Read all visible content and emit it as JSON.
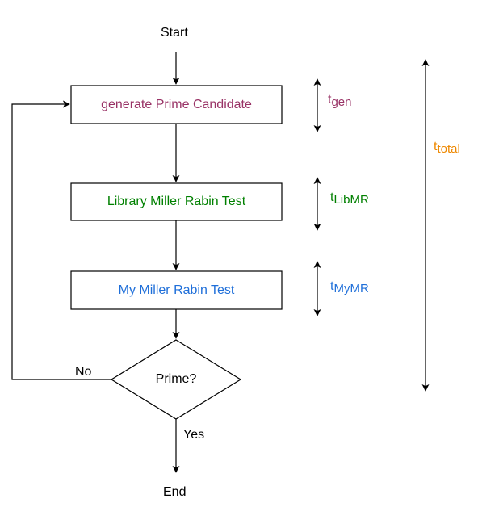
{
  "nodes": {
    "start": "Start",
    "generate": "generate Prime Candidate",
    "library_mr": "Library Miller Rabin Test",
    "my_mr": "My Miller Rabin Test",
    "decision": "Prime?",
    "end": "End"
  },
  "edges": {
    "no_label": "No",
    "yes_label": "Yes"
  },
  "timings": {
    "gen": {
      "base": "t",
      "sub": "gen"
    },
    "libmr": {
      "base": "t",
      "sub": "LibMR"
    },
    "mymr": {
      "base": "t",
      "sub": "MyMR"
    },
    "total": {
      "base": "t",
      "sub": "total"
    }
  },
  "colors": {
    "generate": "#993366",
    "library_mr": "#008000",
    "my_mr": "#1f6fd9",
    "total": "#ee8800",
    "lines": "#000000"
  }
}
